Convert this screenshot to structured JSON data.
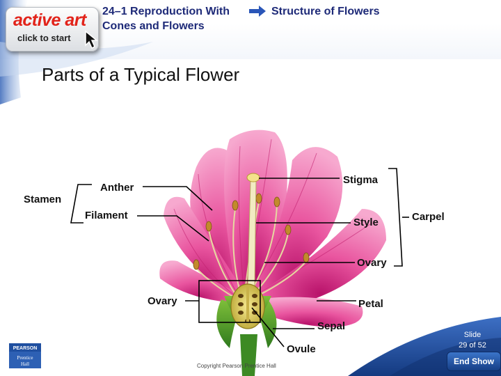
{
  "header": {
    "active_art": {
      "title": "active art",
      "subtitle": "click to start"
    },
    "section_line1": "24–1 Reproduction With",
    "section_line2": "Cones and Flowers",
    "topic": "Structure of Flowers"
  },
  "title": "Parts of a Typical Flower",
  "labels": {
    "stamen": "Stamen",
    "anther": "Anther",
    "filament": "Filament",
    "stigma": "Stigma",
    "style": "Style",
    "carpel": "Carpel",
    "ovary_top": "Ovary",
    "ovary_left": "Ovary",
    "petal": "Petal",
    "sepal": "Sepal",
    "ovule": "Ovule"
  },
  "footer": {
    "publisher_top": "PEARSON",
    "publisher_line1": "Prentice",
    "publisher_line2": "Hall",
    "copyright": "Copyright Pearson Prentice Hall",
    "slide_label": "Slide",
    "slide_count": "29 of 52",
    "end_show": "End Show"
  },
  "colors": {
    "header_text": "#1e2a78",
    "accent_red": "#e2231a",
    "petal_pink": "#e9559f",
    "footer_blue": "#1f4fa0"
  }
}
